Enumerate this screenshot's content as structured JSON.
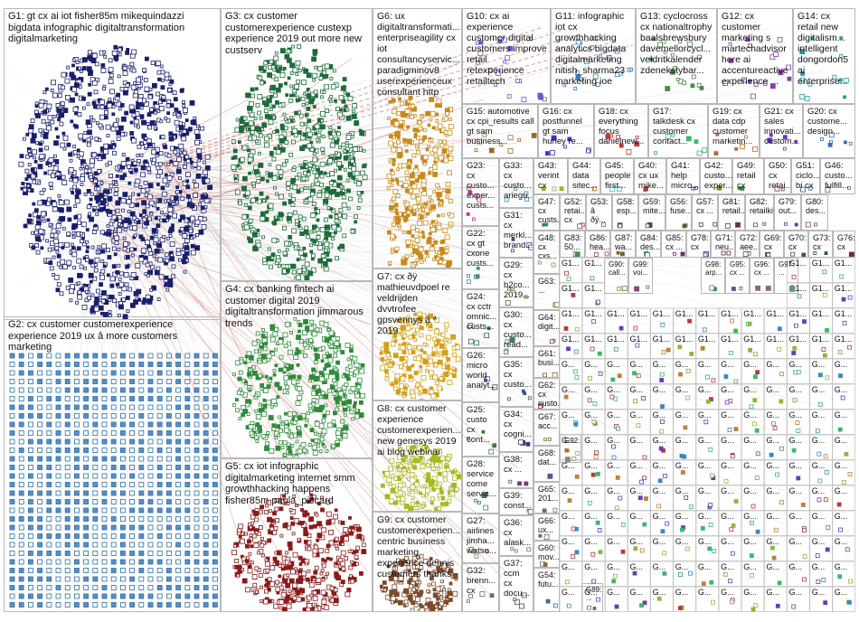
{
  "groups": [
    {
      "id": "G1",
      "label": "G1: gt cx ai iot fisher85m mikequindazzi bigdata infographic digitaltransformation digitalmarketing",
      "color": "#1a1f6b"
    },
    {
      "id": "G2",
      "label": "G2: cx customer customerexperience experience 2019 ux â more customers marketing",
      "color": "#2b6ea8"
    },
    {
      "id": "G3",
      "label": "G3: cx customer customerexperience custexp experience 2019 out more new custserv",
      "color": "#1f6b3a"
    },
    {
      "id": "G4",
      "label": "G4: cx banking fintech ai customer digital 2019 digitaltransformation jimmarous trends",
      "color": "#2e8b3a"
    },
    {
      "id": "G5",
      "label": "G5: cx iot infographic digitalmarketing internet smm growthhacking happens fisher85m paula_piccard",
      "color": "#8b1a1a"
    },
    {
      "id": "G6",
      "label": "G6: ux digitaltransformati... enterpriseagility cx iot consultancyservic... paradigminov8 userexperienceux consultant http",
      "color": "#c98a1a"
    },
    {
      "id": "G7",
      "label": "G7: cx ðÿ mathieuvdpoel re veldrijden dvvtrofee gpsvennys â ª 2019",
      "color": "#d4a017"
    },
    {
      "id": "G8",
      "label": "G8: cx customer experience customerexperien... new genesys 2019 ai blog webinar",
      "color": "#a8b820"
    },
    {
      "id": "G9",
      "label": "G9: cx customer customerexperien... centric business marketing experience dennis customers thanks",
      "color": "#7a4a2a"
    },
    {
      "id": "G10",
      "label": "G10: cx ai experience customer digital customers improve retail retexperience retailtech",
      "color": "#6a5acd"
    },
    {
      "id": "G11",
      "label": "G11: infographic iot cx growthhacking analytics bigdata digitalmarketing nitish_sharma23 marketing ioe",
      "color": "#3a7ab8"
    },
    {
      "id": "G12",
      "label": "G12: cx customer marketing s martechadvisor here ai accentureactive experience ...",
      "color": "#8a3ab8"
    },
    {
      "id": "G13",
      "label": "G13: cyclocross cx nationaltrophy baalshrewsbury davemellorcycl... veldritkalender zdenekstybar...",
      "color": "#4a8a4a"
    },
    {
      "id": "G14",
      "label": "G14: cx retail new digitalism... intelligent dongordon5 ai enterprise...",
      "color": "#2a9a9a"
    },
    {
      "id": "G15",
      "label": "G15: automotive cx cpi_results call gt sam business...",
      "color": "#9a6a2a"
    },
    {
      "id": "G16",
      "label": "G16: cx postfunnel gt sam hurley re...",
      "color": "#3a3ab8"
    },
    {
      "id": "G18",
      "label": "G18: cx everything focus danielnew...",
      "color": "#b83a3a"
    },
    {
      "id": "G17",
      "label": "G17: talkdesk cx customer contact...",
      "color": "#3ab86a"
    },
    {
      "id": "G19",
      "label": "G19: cx data cdp customer marketin...",
      "color": "#b86a3a"
    },
    {
      "id": "G21",
      "label": "G21: cx sales innovati... custom...",
      "color": "#6a3ab8"
    },
    {
      "id": "G20",
      "label": "G20: cx custome... design...",
      "color": "#3a6ab8"
    },
    {
      "id": "G23",
      "label": "G23: cx custo... exper... custs...",
      "color": "#b83a8a"
    },
    {
      "id": "G33",
      "label": "G33: cx custo... ariegu...",
      "color": "#3a8ab8"
    },
    {
      "id": "G43",
      "label": "G43: verint cx",
      "color": "#8ab83a"
    },
    {
      "id": "G44",
      "label": "G44: data sitec...",
      "color": "#b8833a"
    },
    {
      "id": "G45",
      "label": "G45: people first...",
      "color": "#3ab8b8"
    },
    {
      "id": "G40",
      "label": "G40: cx ux mike...",
      "color": "#b83a3a"
    },
    {
      "id": "G41",
      "label": "G41: help micro...",
      "color": "#3a3a8a"
    },
    {
      "id": "G42",
      "label": "G42: custo... exper...",
      "color": "#8a8a3a"
    },
    {
      "id": "G49",
      "label": "G49: retail cx",
      "color": "#3a8a3a"
    },
    {
      "id": "G50",
      "label": "G50: cx retai...",
      "color": "#8a3a3a"
    },
    {
      "id": "G51",
      "label": "G51: ciclo... bi cx",
      "color": "#3a5a8a"
    },
    {
      "id": "G46",
      "label": "G46: custo... fulfill...",
      "color": "#8a5a3a"
    },
    {
      "id": "G31",
      "label": "G31: cx merkl... brand...",
      "color": "#5a3a8a"
    },
    {
      "id": "G47",
      "label": "G47: cx custs...",
      "color": "#3a8a5a"
    },
    {
      "id": "G52",
      "label": "G52: retai... cx",
      "color": "#8a3a5a"
    },
    {
      "id": "G53",
      "label": "G53: â ðÿ...",
      "color": "#5a8a3a"
    },
    {
      "id": "G58",
      "label": "G58: esp...",
      "color": "#3a5a5a"
    },
    {
      "id": "G59",
      "label": "G59: mite...",
      "color": "#5a3a5a"
    },
    {
      "id": "G56",
      "label": "G56: fuse...",
      "color": "#5a5a3a"
    },
    {
      "id": "G57",
      "label": "G57: cx ...",
      "color": "#3a3a5a"
    },
    {
      "id": "G81",
      "label": "G81: retail...",
      "color": "#5a3a3a"
    },
    {
      "id": "G82",
      "label": "G82: retailkic...",
      "color": "#3a5a3a"
    },
    {
      "id": "G79",
      "label": "G79: out...",
      "color": "#4a4a8a"
    },
    {
      "id": "G80",
      "label": "G80: des...",
      "color": "#8a4a4a"
    },
    {
      "id": "G22",
      "label": "G22: cx gt cxone custs...",
      "color": "#4a8a8a"
    },
    {
      "id": "G48",
      "label": "G48: cx cxs...",
      "color": "#8a8a4a"
    },
    {
      "id": "G83",
      "label": "G83: 50...",
      "color": "#4a8a4a"
    },
    {
      "id": "G86",
      "label": "G86: hea...",
      "color": "#8a4a8a"
    },
    {
      "id": "G87",
      "label": "G87: wa...",
      "color": "#6a6a2a"
    },
    {
      "id": "G84",
      "label": "G84: des...",
      "color": "#2a6a6a"
    },
    {
      "id": "G85",
      "label": "G85: cx ...",
      "color": "#6a2a6a"
    },
    {
      "id": "G78",
      "label": "G78: cx ...",
      "color": "#2a2a6a"
    },
    {
      "id": "G71",
      "label": "G71: neu...",
      "color": "#6a2a2a"
    },
    {
      "id": "G72",
      "label": "G72: aee...",
      "color": "#2a6a2a"
    },
    {
      "id": "G69",
      "label": "G69: cx ...",
      "color": "#4a2a6a"
    },
    {
      "id": "G70",
      "label": "G70: cx ...",
      "color": "#6a4a2a"
    },
    {
      "id": "G73",
      "label": "G73: cx ...",
      "color": "#2a4a6a"
    },
    {
      "id": "G76",
      "label": "G76: cx ...",
      "color": "#6a2a4a"
    },
    {
      "id": "G24",
      "label": "G24: cx cctr omnic... custs...",
      "color": "#2a6a4a"
    },
    {
      "id": "G29",
      "label": "G29: cx b2co... 2019...",
      "color": "#4a6a2a"
    },
    {
      "id": "G63",
      "label": "G63: ...",
      "color": "#5a7a3a"
    },
    {
      "id": "G30",
      "label": "G30: cx custo... read...",
      "color": "#3a7a5a"
    },
    {
      "id": "G64",
      "label": "G64: digit...",
      "color": "#7a3a5a"
    },
    {
      "id": "G26",
      "label": "G26: micro world analyt...",
      "color": "#5a3a7a"
    },
    {
      "id": "G61",
      "label": "G61: busi...",
      "color": "#7a5a3a"
    },
    {
      "id": "G35",
      "label": "G35: cx custo...",
      "color": "#3a5a7a"
    },
    {
      "id": "G62",
      "label": "G62: cx custo...",
      "color": "#7a3a3a"
    },
    {
      "id": "G25",
      "label": "G25: custo cx cont...",
      "color": "#3a7a3a"
    },
    {
      "id": "G34",
      "label": "G34: cx cogni...",
      "color": "#3a3a7a"
    },
    {
      "id": "G67",
      "label": "G67: acc...",
      "color": "#7a7a3a"
    },
    {
      "id": "G28",
      "label": "G28: service come servic...",
      "color": "#3a7a7a"
    },
    {
      "id": "G38",
      "label": "G38: cx ...",
      "color": "#7a3a7a"
    },
    {
      "id": "G68",
      "label": "G68: dat...",
      "color": "#5a5a7a"
    },
    {
      "id": "G39",
      "label": "G39: const...",
      "color": "#7a5a5a"
    },
    {
      "id": "G65",
      "label": "G65: 201...",
      "color": "#5a7a5a"
    },
    {
      "id": "G27",
      "label": "G27: airlines jimha... watso...",
      "color": "#7a7a5a"
    },
    {
      "id": "G36",
      "label": "G36: cx alask...",
      "color": "#5a7a7a"
    },
    {
      "id": "G66",
      "label": "G66: ux...",
      "color": "#7a5a7a"
    },
    {
      "id": "G32",
      "label": "G32: brenn... cx",
      "color": "#6a6a6a"
    },
    {
      "id": "G37",
      "label": "G37: ccm cx docu...",
      "color": "#4a4a4a"
    },
    {
      "id": "G60",
      "label": "G60: mov...",
      "color": "#8a6a4a"
    },
    {
      "id": "G54",
      "label": "G54: futu...",
      "color": "#4a6a8a"
    },
    {
      "id": "G90",
      "label": "G90: call...",
      "color": "#6a8a4a"
    },
    {
      "id": "G99",
      "label": "G99: voi...",
      "color": "#8a4a6a"
    },
    {
      "id": "G98",
      "label": "G98: arp...",
      "color": "#4a8a6a"
    },
    {
      "id": "G95",
      "label": "G95: cx ...",
      "color": "#6a4a8a"
    },
    {
      "id": "G96",
      "label": "G96: cx ...",
      "color": "#8a6a6a"
    },
    {
      "id": "G97",
      "label": "G97: ...",
      "color": "#6a8a8a"
    },
    {
      "id": "G92",
      "label": "G92: ...",
      "color": "#8a8a6a"
    },
    {
      "id": "G89",
      "label": "G89: ...",
      "color": "#6a6a8a"
    }
  ],
  "small_group_labels": [
    "G1...",
    "G...",
    "G6...",
    "G7...",
    "G1...",
    "G1...",
    "G1..."
  ]
}
